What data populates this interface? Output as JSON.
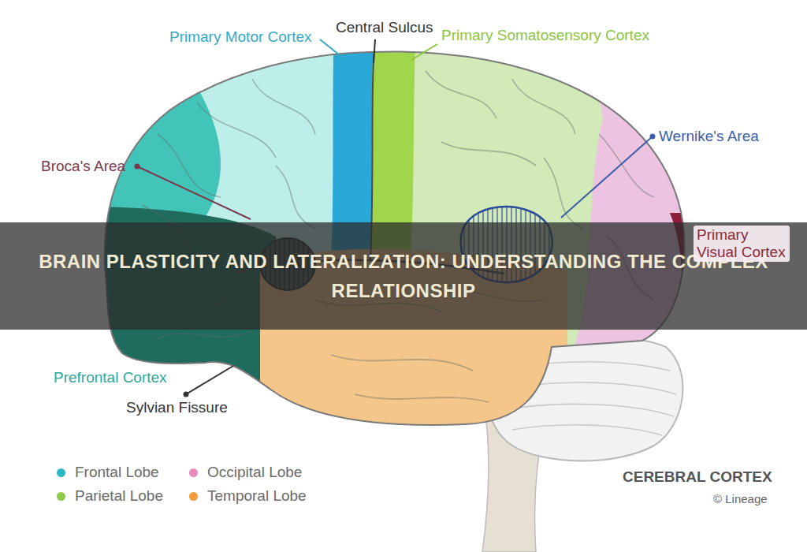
{
  "diagram": {
    "title": "BRAIN PLASTICITY AND LATERALIZATION: UNDERSTANDING THE COMPLEX RELATIONSHIP",
    "labels": [
      "Primary Motor Cortex",
      "Central Sulcus",
      "Primary Somatosensory Cortex",
      "Broca's Area",
      "Wernike's Area",
      "Primary Visual Cortex",
      "Prefrontal Cortex",
      "Sylvian Fissure",
      "CEREBRAL CORTEX",
      "© Lineage"
    ],
    "legend": [
      {
        "text": "Frontal Lobe",
        "color": "#2bb8c6"
      },
      {
        "text": "Parietal Lobe",
        "color": "#8fca4a"
      },
      {
        "text": "Occipital Lobe",
        "color": "#e98bb8"
      },
      {
        "text": "Temporal Lobe",
        "color": "#f29b3b"
      }
    ]
  }
}
